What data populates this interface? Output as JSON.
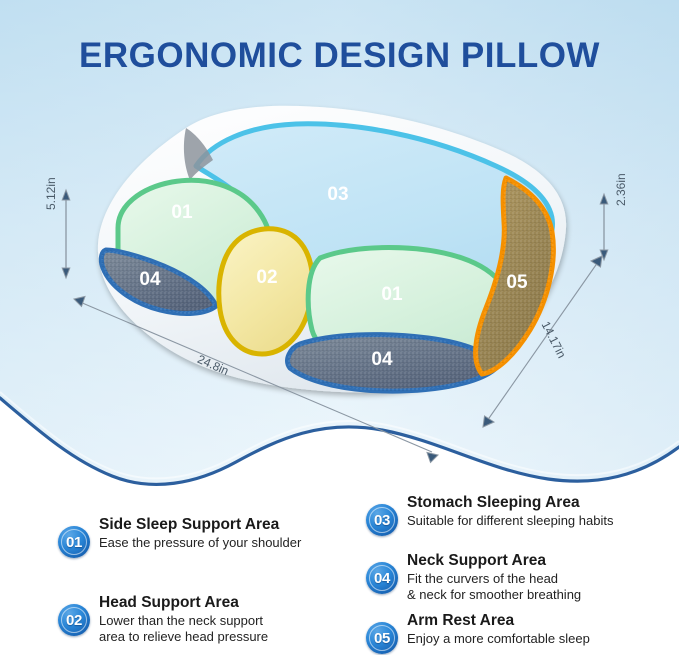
{
  "header": {
    "title": "ERGONOMIC DESIGN PILLOW"
  },
  "colors": {
    "title_blue": "#1f4e9c",
    "background_top": "#bcddf0",
    "background_bottom": "#eaf4fb",
    "wave_stroke": "#2c5f9e",
    "badge_blue": "#1763b4",
    "zone01_outline": "#5bc98a",
    "zone01_fill": "#d8f2df",
    "zone02_outline": "#d9b400",
    "zone02_fill": "#f5e9a8",
    "zone03_outline": "#4cc2e8",
    "zone03_fill": "#c3e6f6",
    "zone04_outline": "#2f6fb5",
    "zone04_fill": "#6d7a8a",
    "zone05_outline": "#f59000",
    "zone05_fill": "#9c8856",
    "dimension_line": "#8b97a3",
    "dimension_text": "#4a5a68"
  },
  "product": {
    "zones": [
      {
        "id": "zone-01-top",
        "number": "01"
      },
      {
        "id": "zone-02",
        "number": "02"
      },
      {
        "id": "zone-03",
        "number": "03"
      },
      {
        "id": "zone-04-left",
        "number": "04"
      },
      {
        "id": "zone-01-bottom",
        "number": "01"
      },
      {
        "id": "zone-04-bottom",
        "number": "04"
      },
      {
        "id": "zone-05",
        "number": "05"
      }
    ],
    "dimensions": {
      "height_left": "5.12in",
      "height_right": "2.36in",
      "length": "24.8in",
      "width": "14.17in"
    }
  },
  "legend": {
    "left_column": [
      {
        "number": "01",
        "title": "Side Sleep Support Area",
        "desc": "Ease the pressure of your shoulder"
      },
      {
        "number": "02",
        "title": "Head Support Area",
        "desc": "Lower than the neck support\narea to relieve head pressure"
      }
    ],
    "right_column": [
      {
        "number": "03",
        "title": "Stomach Sleeping Area",
        "desc": "Suitable for different sleeping habits"
      },
      {
        "number": "04",
        "title": "Neck Support Area",
        "desc": "Fit the curvers of the head\n& neck for smoother breathing"
      },
      {
        "number": "05",
        "title": "Arm Rest Area",
        "desc": "Enjoy a more comfortable sleep"
      }
    ]
  }
}
